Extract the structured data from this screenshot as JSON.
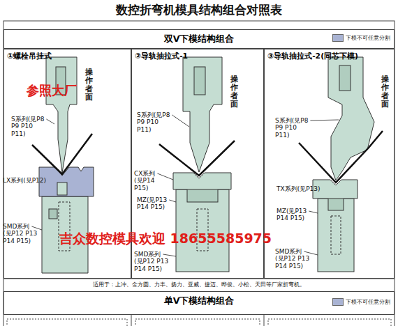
{
  "diagram": {
    "title": "数控折弯机模具结构组合对照表",
    "nodes": [
      {
        "text": [
          "双V下模结构组合"
        ]
      },
      {
        "text": [
          "①螺栓吊挂式"
        ]
      },
      {
        "text": [
          "②导轨抽拉式-1"
        ]
      },
      {
        "text": [
          "③导轨抽拉式-2(同芯下模)"
        ]
      },
      {
        "text": [
          "单V下模结构组合"
        ]
      }
    ],
    "labels": [
      "参照大厂",
      "操作者面",
      "S系列(见P8 P9 P10 P11)",
      "LX系列(见P12)",
      "SMD系列(见P12 P13 P14 P15)",
      "操作者面",
      "S系列(见P8 P9 P10 P11)",
      "CX系列(见P14 P15)",
      "MZ(见P13 P14 P15)",
      "SMD系列(见P12 P13 P14 P15)",
      "操作者面",
      "S系列(见P8 P9 P10 P11)",
      "TX系列(见P13)",
      "MZ(见P13 P14 P15)",
      "SMD系列(见P12 P13 P14 P15)",
      "吉众数控模具欢迎 18655585975",
      "适用于：上冲、金方圆、力丰、扬力、亚威、捷迈、晔俊、小松、天田等厂家折弯机。"
    ],
    "legend": [
      {
        "text": "下模不可任意分割",
        "color": "#a9b3d3"
      },
      {
        "text": "下模不可任意分割",
        "color": "#a9b3d3"
      }
    ]
  }
}
